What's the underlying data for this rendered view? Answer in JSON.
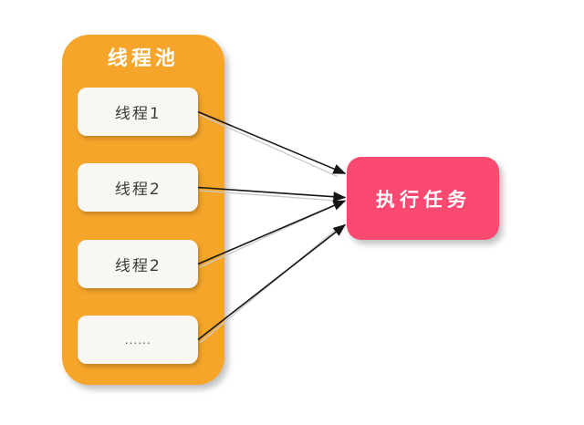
{
  "pool": {
    "title": "线程池",
    "threads": [
      {
        "label": "线程1"
      },
      {
        "label": "线程2"
      },
      {
        "label": "线程2"
      },
      {
        "label": "......"
      }
    ]
  },
  "task": {
    "label": "执行任务"
  },
  "edges": [
    {
      "from": "thread-0",
      "to": "task"
    },
    {
      "from": "thread-1",
      "to": "task"
    },
    {
      "from": "thread-2",
      "to": "task"
    },
    {
      "from": "thread-3",
      "to": "task"
    }
  ],
  "colors": {
    "pool_bg": "#F6A52B",
    "task_bg": "#FA4A72",
    "thread_box_bg": "#F8F7F4",
    "arrow": "#161616",
    "arrow_shadow": "#C9C9C9",
    "pool_title_text": "#FFFFFF",
    "thread_text": "#3D3B37",
    "task_text": "#FFFFFF"
  }
}
